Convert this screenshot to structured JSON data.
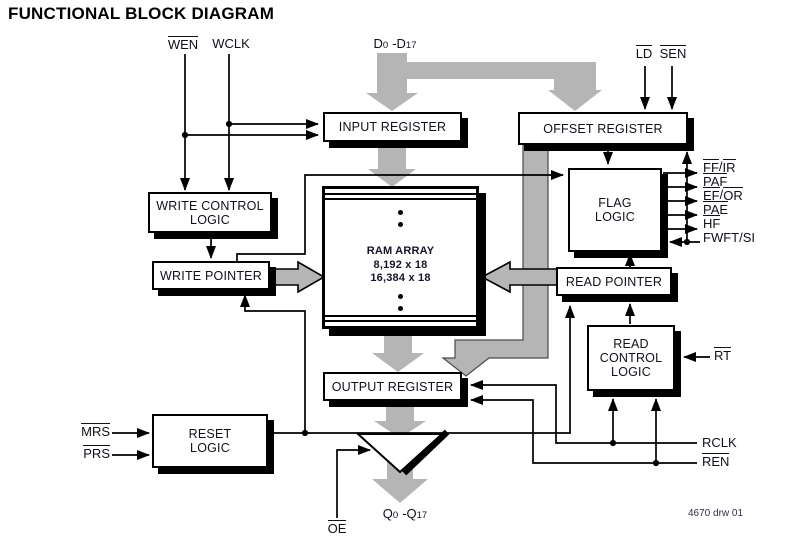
{
  "title": "FUNCTIONAL BLOCK DIAGRAM",
  "note": "4670 drw 01",
  "blocks": {
    "input_register": "INPUT REGISTER",
    "offset_register": "OFFSET REGISTER",
    "write_control_line1": "WRITE CONTROL",
    "write_control_line2": "LOGIC",
    "write_pointer": "WRITE POINTER",
    "ram_line1": "RAM ARRAY",
    "ram_line2": "8,192 x 18",
    "ram_line3": "16,384 x 18",
    "flag_line1": "FLAG",
    "flag_line2": "LOGIC",
    "read_pointer": "READ POINTER",
    "read_control_line1": "READ",
    "read_control_line2": "CONTROL",
    "read_control_line3": "LOGIC",
    "output_register": "OUTPUT REGISTER",
    "reset_line1": "RESET",
    "reset_line2": "LOGIC"
  },
  "signals": {
    "wen": "WEN",
    "wclk": "WCLK",
    "ld": "LD",
    "sen": "SEN",
    "d_base1": "D",
    "d_sub1": "0",
    "d_base2": "-D",
    "d_sub2": "17",
    "q_base1": "Q",
    "q_sub1": "0",
    "q_base2": "-Q",
    "q_sub2": "17",
    "ff": "FF",
    "ir": "IR",
    "paf": "PAF",
    "ef": "EF",
    "or": "OR",
    "pae": "PAE",
    "hf": "HF",
    "fwft_si": "FWFT/SI",
    "rt": "RT",
    "rclk": "RCLK",
    "ren": "REN",
    "mrs": "MRS",
    "prs": "PRS",
    "oe": "OE",
    "slash": "/"
  },
  "colors": {
    "arrow_gray": "#b5b5b5",
    "line_black": "#000000",
    "text_dark": "#10101a"
  }
}
